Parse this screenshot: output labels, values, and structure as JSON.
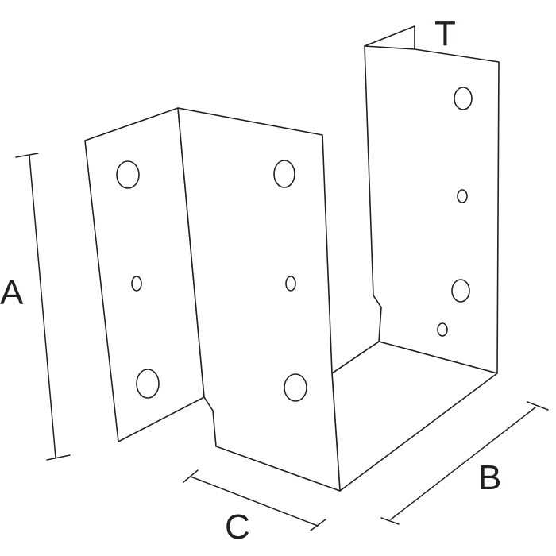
{
  "diagram": {
    "labels": {
      "height": "A",
      "depth": "B",
      "width": "C",
      "thickness": "T"
    },
    "colors": {
      "line": "#231f20",
      "background": "#ffffff"
    }
  }
}
